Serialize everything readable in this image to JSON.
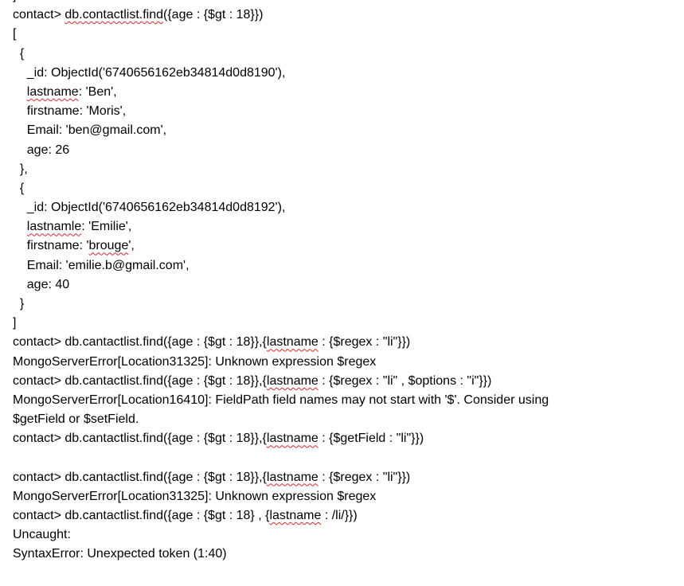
{
  "document": {
    "lines": [
      [
        {
          "t": "]"
        }
      ],
      [
        {
          "t": "contact> "
        },
        {
          "t": "db.contactlist.find",
          "spell": true
        },
        {
          "t": "({age : {$gt : 18}})"
        }
      ],
      [
        {
          "t": "["
        }
      ],
      [
        {
          "t": "  {"
        }
      ],
      [
        {
          "t": "    _id: ObjectId('6740656162eb34814d0d8190'),"
        }
      ],
      [
        {
          "t": "    "
        },
        {
          "t": "lastname",
          "spell": true
        },
        {
          "t": ": 'Ben',"
        }
      ],
      [
        {
          "t": "    firstname: 'Moris',"
        }
      ],
      [
        {
          "t": "    Email: 'ben@gmail.com',"
        }
      ],
      [
        {
          "t": "    age: 26"
        }
      ],
      [
        {
          "t": "  },"
        }
      ],
      [
        {
          "t": "  {"
        }
      ],
      [
        {
          "t": "    _id: ObjectId('6740656162eb34814d0d8192'),"
        }
      ],
      [
        {
          "t": "    "
        },
        {
          "t": "lastnamle",
          "spell": true
        },
        {
          "t": ": 'Emilie',"
        }
      ],
      [
        {
          "t": "    firstname: '"
        },
        {
          "t": "brouge",
          "spell": true
        },
        {
          "t": "',"
        }
      ],
      [
        {
          "t": "    Email: 'emilie.b@gmail.com',"
        }
      ],
      [
        {
          "t": "    age: 40"
        }
      ],
      [
        {
          "t": "  }"
        }
      ],
      [
        {
          "t": "]"
        }
      ],
      [
        {
          "t": "contact> db.cantactlist.find({age : {$gt : 18}},{"
        },
        {
          "t": "lastname",
          "spell": true
        },
        {
          "t": " : {$regex : \"li\"}})"
        }
      ],
      [
        {
          "t": "MongoServerError[Location31325]: Unknown expression $regex"
        }
      ],
      [
        {
          "t": "contact> db.cantactlist.find({age : {$gt : 18}},{"
        },
        {
          "t": "lastname",
          "spell": true
        },
        {
          "t": " : {$regex : \"li\" , $options : \"i\"}})"
        }
      ],
      [
        {
          "t": "MongoServerError[Location16410]: FieldPath field names may not start with '$'. Consider using"
        }
      ],
      [
        {
          "t": "$getField or $setField."
        }
      ],
      [
        {
          "t": "contact> db.cantactlist.find({age : {$gt : 18}},{"
        },
        {
          "t": "lastname",
          "spell": true
        },
        {
          "t": " : {$getField : \"li\"}})"
        }
      ],
      [
        {
          "t": ""
        }
      ],
      [
        {
          "t": "contact> db.cantactlist.find({age : {$gt : 18}},{"
        },
        {
          "t": "lastname",
          "spell": true
        },
        {
          "t": " : {$regex : \"li\"}})"
        }
      ],
      [
        {
          "t": "MongoServerError[Location31325]: Unknown expression $regex"
        }
      ],
      [
        {
          "t": "contact> db.cantactlist.find({age : {$gt : 18} , {"
        },
        {
          "t": "lastname",
          "spell": true
        },
        {
          "t": " : /li/}})"
        }
      ],
      [
        {
          "t": "Uncaught:"
        }
      ],
      [
        {
          "t": "SyntaxError: Unexpected token (1:40)"
        }
      ]
    ]
  },
  "colors": {
    "text": "#000000",
    "background": "#ffffff",
    "spellcheck_underline": "#e0262b"
  }
}
